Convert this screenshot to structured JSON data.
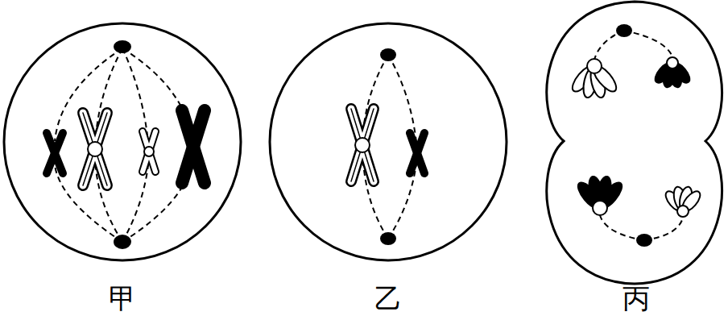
{
  "diagram": {
    "labels": [
      "甲",
      "乙",
      "丙"
    ]
  }
}
